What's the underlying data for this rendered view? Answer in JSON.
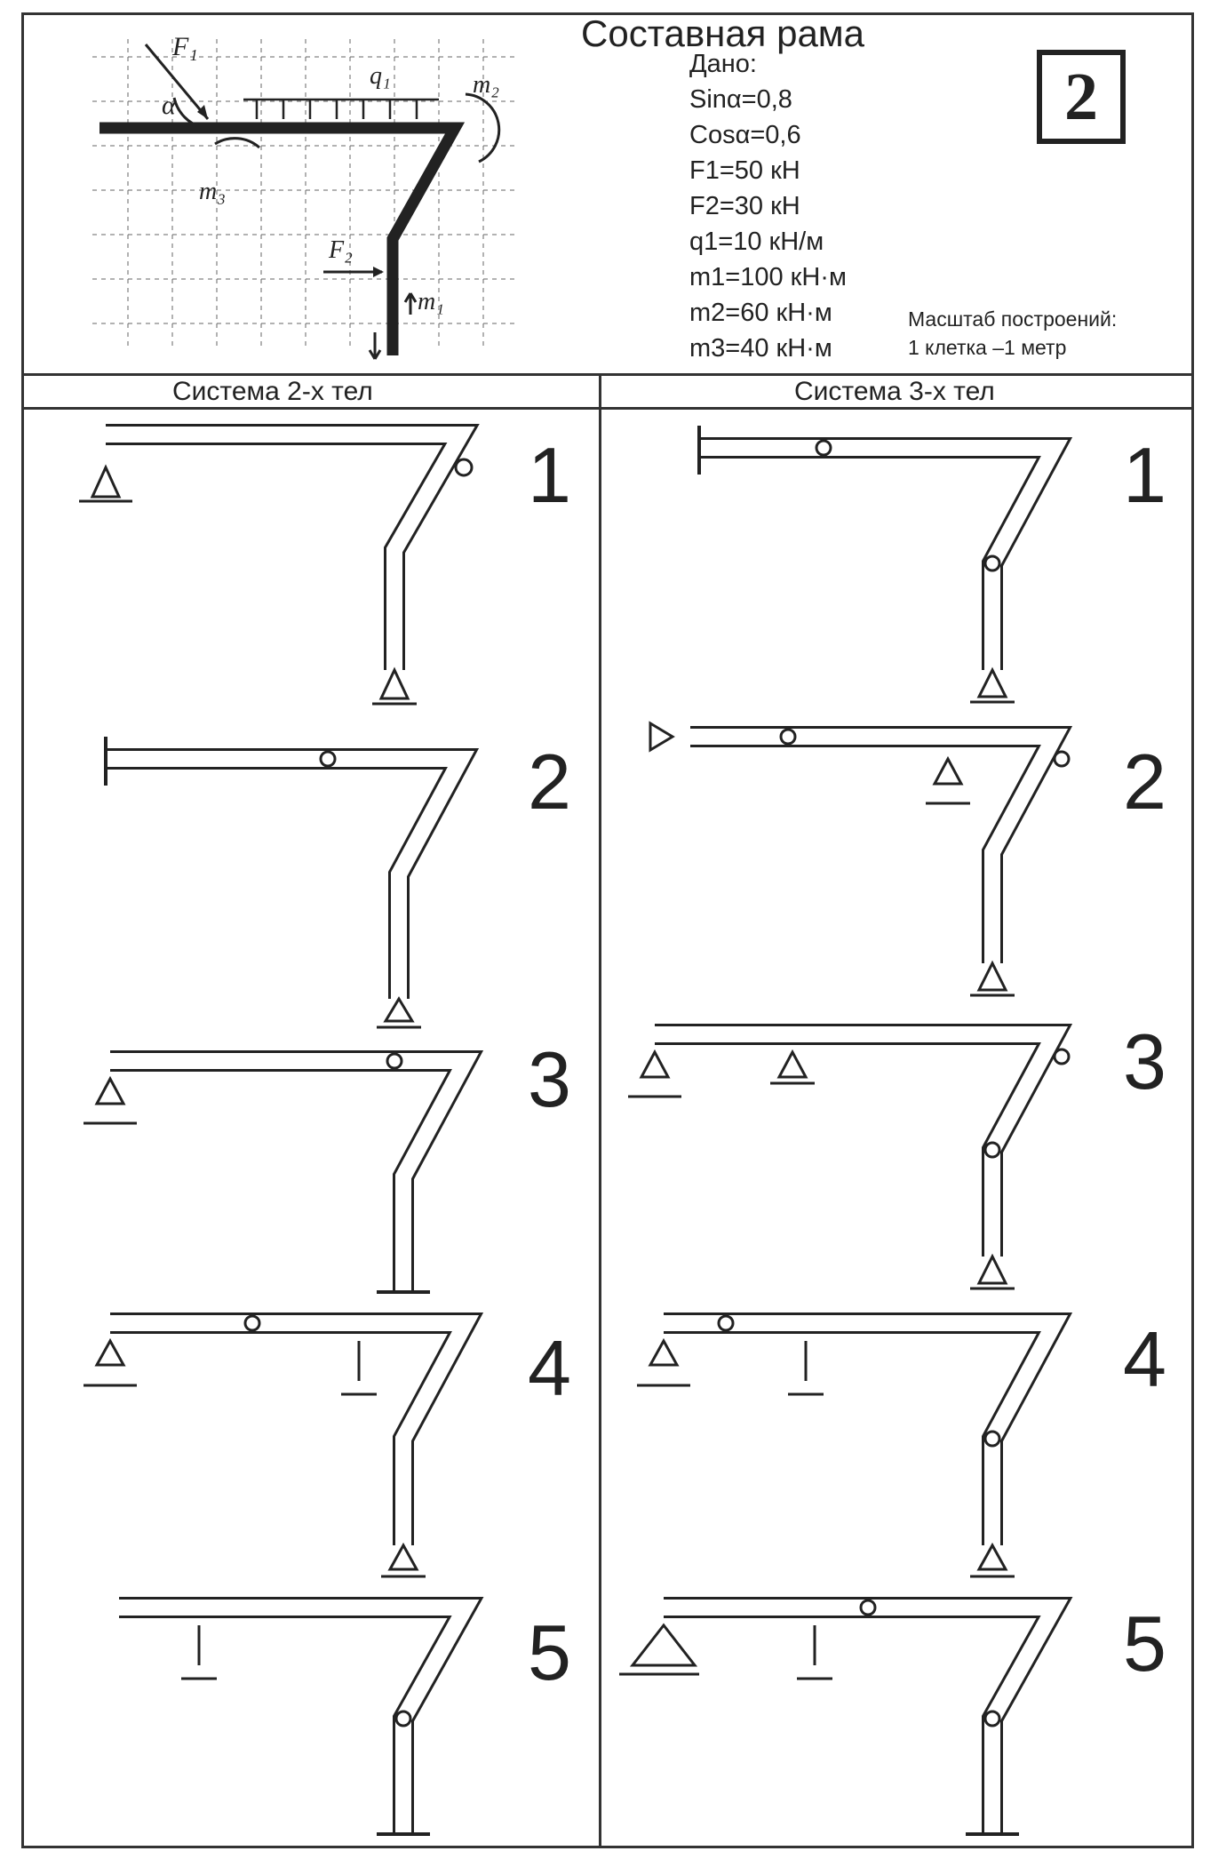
{
  "header": {
    "title": "Составная рама",
    "variant_number": "2",
    "given_label": "Дано:",
    "given": [
      "Sinα=0,8",
      "Cosα=0,6",
      "F1=50 кН",
      "F2=30 кН",
      "q1=10 кН/м",
      "m1=100 кН·м",
      "m2=60 кН·м",
      "m3=40 кН·м"
    ],
    "scale_label": "Масштаб построений:",
    "scale_value": "1 клетка –1 метр",
    "diagram_labels": {
      "f1": "F₁",
      "alpha": "α",
      "q1": "q₁",
      "m2": "m₂",
      "m3": "m₃",
      "f2": "F₂",
      "m1": "m₁"
    }
  },
  "columns": {
    "left_heading": "Система 2-х тел",
    "right_heading": "Система 3-х тел"
  },
  "row_numbers": [
    "1",
    "2",
    "3",
    "4",
    "5"
  ],
  "colors": {
    "ink": "#222222",
    "grid": "#555555",
    "paper": "#ffffff"
  }
}
